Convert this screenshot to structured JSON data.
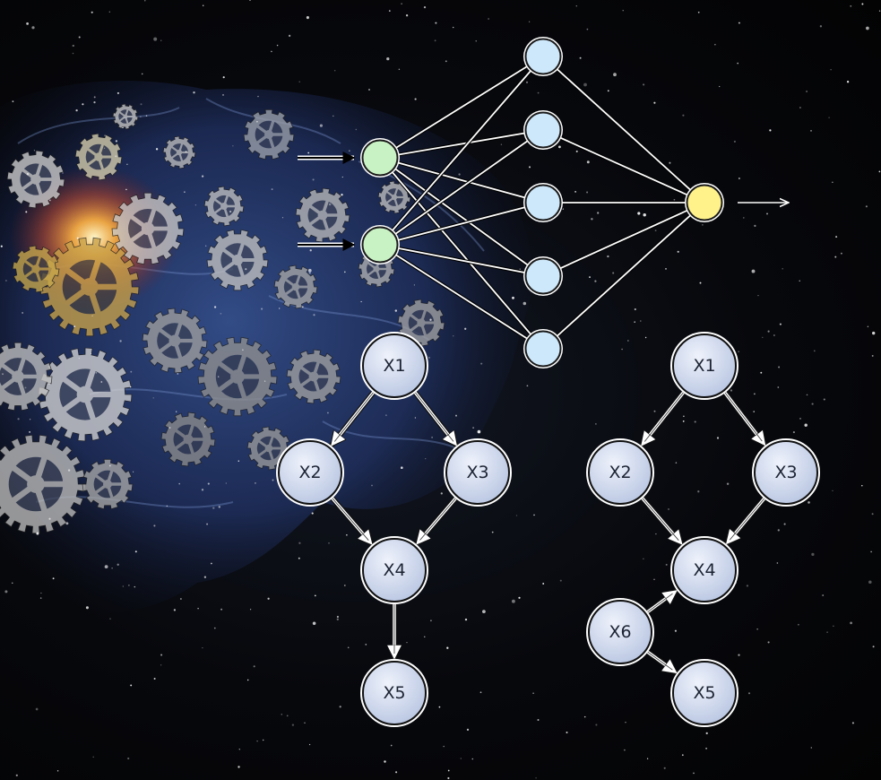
{
  "colors": {
    "input_node": "#c9f2c4",
    "hidden_node": "#cde8fb",
    "output_node": "#fff28a",
    "graph_node": "#d3dcef",
    "edge": "#ffffff",
    "node_stroke": "#1a1a1a"
  },
  "neural_network": {
    "input_nodes": 2,
    "hidden_nodes": 5,
    "output_nodes": 1
  },
  "graph_left": {
    "nodes": [
      {
        "id": "X1",
        "label": "X1"
      },
      {
        "id": "X2",
        "label": "X2"
      },
      {
        "id": "X3",
        "label": "X3"
      },
      {
        "id": "X4",
        "label": "X4"
      },
      {
        "id": "X5",
        "label": "X5"
      }
    ],
    "edges": [
      [
        "X1",
        "X2"
      ],
      [
        "X1",
        "X3"
      ],
      [
        "X2",
        "X4"
      ],
      [
        "X3",
        "X4"
      ],
      [
        "X4",
        "X5"
      ]
    ]
  },
  "graph_right": {
    "nodes": [
      {
        "id": "X1",
        "label": "X1"
      },
      {
        "id": "X2",
        "label": "X2"
      },
      {
        "id": "X3",
        "label": "X3"
      },
      {
        "id": "X4",
        "label": "X4"
      },
      {
        "id": "X6",
        "label": "X6"
      },
      {
        "id": "X5",
        "label": "X5"
      }
    ],
    "edges": [
      [
        "X1",
        "X2"
      ],
      [
        "X1",
        "X3"
      ],
      [
        "X2",
        "X4"
      ],
      [
        "X3",
        "X4"
      ],
      [
        "X6",
        "X4"
      ],
      [
        "X6",
        "X5"
      ]
    ]
  }
}
